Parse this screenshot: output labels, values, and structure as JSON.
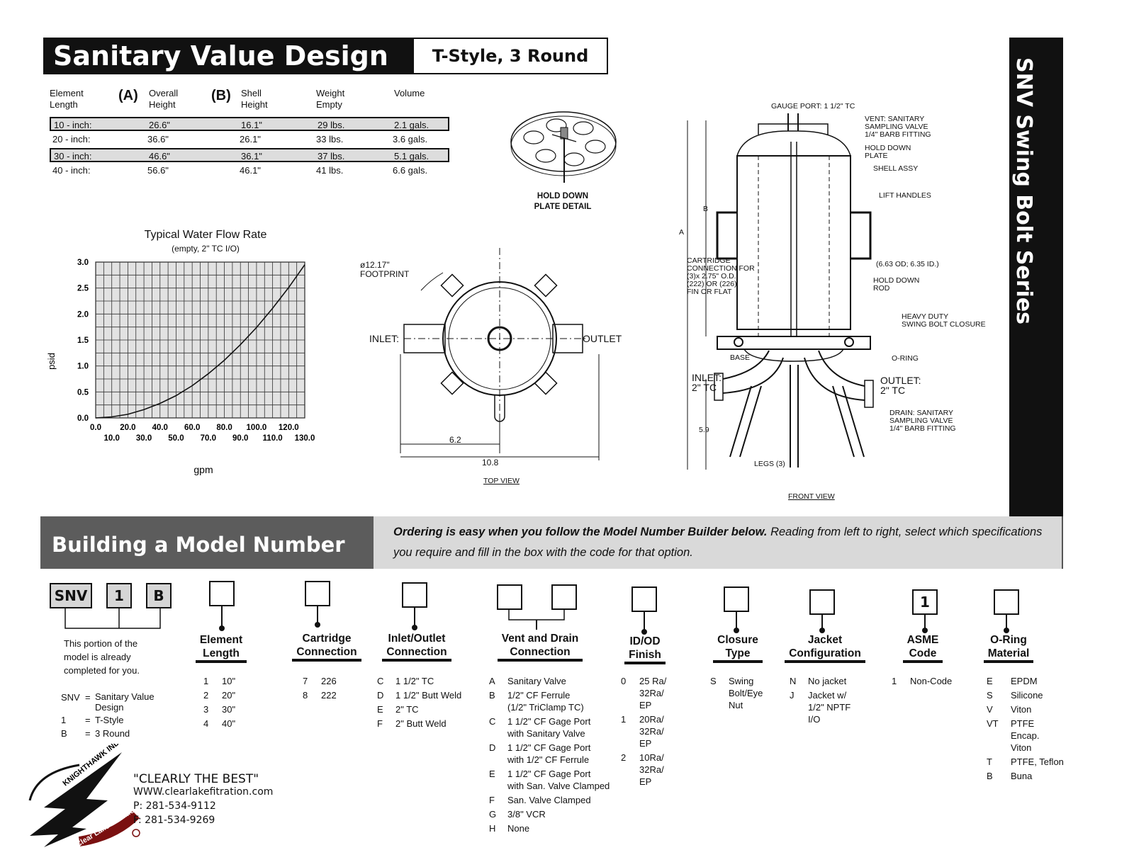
{
  "header": {
    "title": "Sanitary Value Design",
    "subtitle": "T-Style, 3 Round",
    "side_title": "SNV Swing Bolt Series"
  },
  "spec_table": {
    "headers": {
      "element": "Element\nLength",
      "a": "(A)",
      "overall": "Overall\nHeight",
      "b": "(B)",
      "shell": "Shell\nHeight",
      "weight": "Weight\nEmpty",
      "volume": "Volume"
    },
    "rows": [
      {
        "length": "10 - inch:",
        "overall": "26.6\"",
        "shell": "16.1\"",
        "weight": "29 lbs.",
        "volume": "2.1 gals."
      },
      {
        "length": "20 - inch:",
        "overall": "36.6\"",
        "shell": "26.1\"",
        "weight": "33 lbs.",
        "volume": "3.6 gals."
      },
      {
        "length": "30 - inch:",
        "overall": "46.6\"",
        "shell": "36.1\"",
        "weight": "37 lbs.",
        "volume": "5.1 gals."
      },
      {
        "length": "40 - inch:",
        "overall": "56.6\"",
        "shell": "46.1\"",
        "weight": "41 lbs.",
        "volume": "6.6 gals."
      }
    ]
  },
  "chart_data": {
    "type": "line",
    "title": "Typical Water Flow Rate",
    "subtitle": "(empty, 2\" TC I/O)",
    "xlabel": "gpm",
    "ylabel": "psid",
    "xlim": [
      0,
      130
    ],
    "ylim": [
      0,
      3.0
    ],
    "x_ticks_upper": [
      "0.0",
      "20.0",
      "40.0",
      "60.0",
      "80.0",
      "100.0",
      "120.0"
    ],
    "x_ticks_lower": [
      "10.0",
      "30.0",
      "50.0",
      "70.0",
      "90.0",
      "110.0",
      "130.0"
    ],
    "y_ticks": [
      "0.0",
      "0.5",
      "1.0",
      "1.5",
      "2.0",
      "2.5",
      "3.0"
    ],
    "grid": true,
    "series": [
      {
        "x": [
          0,
          10,
          20,
          30,
          40,
          50,
          60,
          70,
          80,
          90,
          100,
          110,
          120,
          130
        ],
        "y": [
          0,
          0.02,
          0.07,
          0.16,
          0.28,
          0.43,
          0.62,
          0.85,
          1.11,
          1.41,
          1.74,
          2.11,
          2.51,
          2.95
        ]
      }
    ]
  },
  "hold_down": {
    "caption": "HOLD DOWN\nPLATE DETAIL"
  },
  "top_view": {
    "footprint": "ø12.17\"\nFOOTPRINT",
    "inlet": "INLET:",
    "outlet": "OUTLET",
    "dim1": "6.2",
    "dim2": "10.8",
    "caption": "TOP VIEW"
  },
  "front_view": {
    "gauge_port": "GAUGE PORT: 1 1/2\" TC",
    "vent": "VENT: SANITARY\nSAMPLING VALVE\n1/4\" BARB FITTING",
    "hold_down_plate": "HOLD DOWN\nPLATE",
    "shell_assy": "SHELL ASSY",
    "lift_handles": "LIFT HANDLES",
    "cartridge": "CARTRIDGE\nCONNECTION FOR\n(3)x 2.75\" O.D.\n(222) OR (226)\nFIN OR FLAT",
    "od": "(6.63 OD; 6.35 ID.)",
    "hold_down_rod": "HOLD DOWN\nROD",
    "closure": "HEAVY DUTY\nSWING BOLT CLOSURE",
    "base": "BASE",
    "oring": "O-RING",
    "inlet": "INLET:\n2\" TC",
    "outlet": "OUTLET:\n2\" TC",
    "drain": "DRAIN: SANITARY\nSAMPLING VALVE\n1/4\" BARB FITTING",
    "dim_a": "A",
    "dim_b": "B",
    "dim_59": "5.9",
    "legs": "LEGS (3)",
    "caption": "FRONT VIEW"
  },
  "banner": {
    "title": "Building a Model Number",
    "lead": "Ordering is easy when you follow the Model Number Builder below.",
    "body": "Reading from left to right, select which specifications you require and fill in the box with the code for that option."
  },
  "prefix": {
    "codes": [
      "SNV",
      "1",
      "B"
    ],
    "note": "This portion of the\nmodel is already\ncompleted for you.",
    "legend": [
      {
        "code": "SNV",
        "eq": "=",
        "desc": "Sanitary Value\nDesign"
      },
      {
        "code": "1",
        "eq": "=",
        "desc": "T-Style"
      },
      {
        "code": "B",
        "eq": "=",
        "desc": "3 Round"
      }
    ]
  },
  "columns": [
    {
      "title": "Element\nLength",
      "options": [
        [
          "1",
          "10\""
        ],
        [
          "2",
          "20\""
        ],
        [
          "3",
          "30\""
        ],
        [
          "4",
          "40\""
        ]
      ]
    },
    {
      "title": "Cartridge\nConnection",
      "options": [
        [
          "7",
          "226"
        ],
        [
          "8",
          "222"
        ]
      ]
    },
    {
      "title": "Inlet/Outlet\nConnection",
      "options": [
        [
          "C",
          "1 1/2\" TC"
        ],
        [
          "D",
          "1 1/2\" Butt Weld"
        ],
        [
          "E",
          "2\" TC"
        ],
        [
          "F",
          "2\" Butt Weld"
        ]
      ]
    },
    {
      "title": "Vent and Drain\nConnection",
      "options": [
        [
          "A",
          "Sanitary Valve"
        ],
        [
          "B",
          "1/2\" CF Ferrule\n(1/2\" TriClamp TC)"
        ],
        [
          "C",
          "1 1/2\" CF Gage Port\nwith Sanitary Valve"
        ],
        [
          "D",
          "1 1/2\" CF Gage Port\nwith 1/2\" CF Ferrule"
        ],
        [
          "E",
          "1 1/2\" CF Gage Port\nwith San. Valve Clamped"
        ],
        [
          "F",
          "San. Valve Clamped"
        ],
        [
          "G",
          "3/8\" VCR"
        ],
        [
          "H",
          "None"
        ]
      ]
    },
    {
      "title": "ID/OD\nFinish",
      "options": [
        [
          "0",
          "25 Ra/\n32Ra/\nEP"
        ],
        [
          "1",
          "20Ra/\n32Ra/\nEP"
        ],
        [
          "2",
          "10Ra/\n32Ra/\nEP"
        ]
      ]
    },
    {
      "title": "Closure\nType",
      "options": [
        [
          "S",
          "Swing\nBolt/Eye\nNut"
        ]
      ]
    },
    {
      "title": "Jacket\nConfiguration",
      "options": [
        [
          "N",
          "No jacket"
        ],
        [
          "J",
          "Jacket w/\n1/2\" NPTF\nI/O"
        ]
      ]
    },
    {
      "title": "ASME\nCode",
      "box_value": "1",
      "options": [
        [
          "1",
          "Non-Code"
        ]
      ]
    },
    {
      "title": "O-Ring\nMaterial",
      "options": [
        [
          "E",
          "EPDM"
        ],
        [
          "S",
          "Silicone"
        ],
        [
          "V",
          "Viton"
        ],
        [
          "VT",
          "PTFE\nEncap.\nViton"
        ],
        [
          "T",
          "PTFE, Teflon"
        ],
        [
          "B",
          "Buna"
        ]
      ]
    }
  ],
  "footer": {
    "logo_text_top": "KNIGHTHAWK INDUSTRIES",
    "logo_text_bottom": "Clear Lake Filtration",
    "slogan": "\"CLEARLY THE BEST\"",
    "web": "WWW.clearlakefitration.com",
    "phone": "P: 281-534-9112",
    "fax": "F: 281-534-9269"
  }
}
